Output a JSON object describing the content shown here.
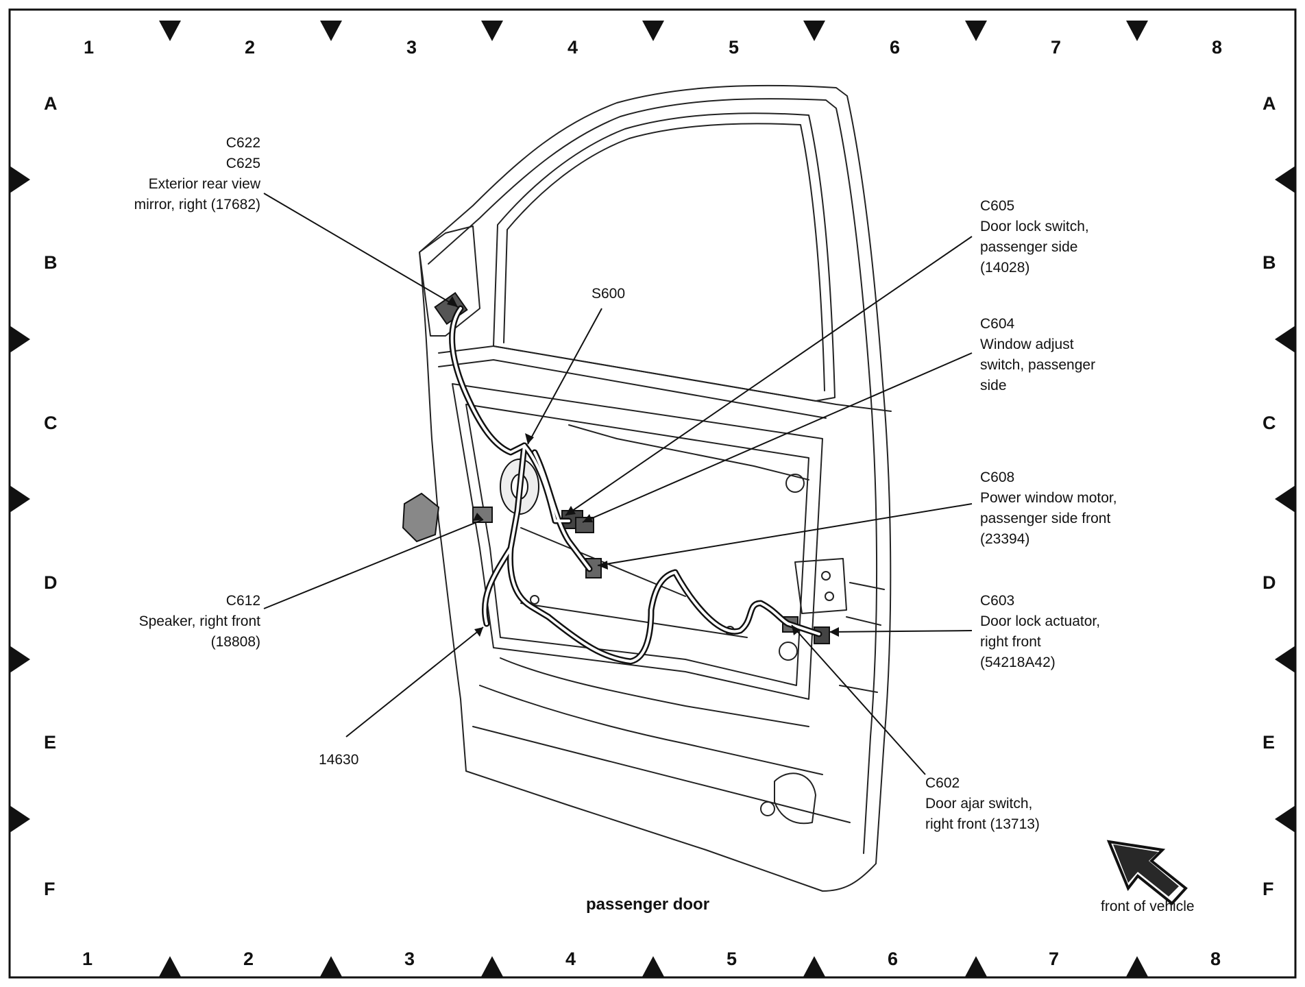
{
  "grid": {
    "columns_top": [
      "1",
      "2",
      "3",
      "4",
      "5",
      "6",
      "7",
      "8"
    ],
    "columns_bottom": [
      "1",
      "2",
      "3",
      "4",
      "5",
      "6",
      "7",
      "8"
    ],
    "rows": [
      "A",
      "B",
      "C",
      "D",
      "E",
      "F"
    ]
  },
  "title": "passenger door",
  "front_label": "front of vehicle",
  "callouts": {
    "c622": {
      "lines": [
        "C622",
        "C625",
        "Exterior rear view",
        "mirror, right (17682)"
      ]
    },
    "s600": {
      "lines": [
        "S600"
      ]
    },
    "c605": {
      "lines": [
        "C605",
        "Door lock switch,",
        "passenger side",
        "(14028)"
      ]
    },
    "c604": {
      "lines": [
        "C604",
        "Window adjust",
        "switch, passenger",
        "side"
      ]
    },
    "c608": {
      "lines": [
        "C608",
        "Power window motor,",
        "passenger side front",
        "(23394)"
      ]
    },
    "c603": {
      "lines": [
        "C603",
        "Door lock actuator,",
        "right front",
        "(54218A42)"
      ]
    },
    "c612": {
      "lines": [
        "C612",
        "Speaker, right front",
        "(18808)"
      ]
    },
    "n14630": {
      "lines": [
        "14630"
      ]
    },
    "c602": {
      "lines": [
        "C602",
        "Door ajar switch,",
        "right front (13713)"
      ]
    }
  },
  "icons": {
    "front_arrow": "hollow-arrow-icon",
    "grid_marker": "triangle-marker-icon"
  }
}
